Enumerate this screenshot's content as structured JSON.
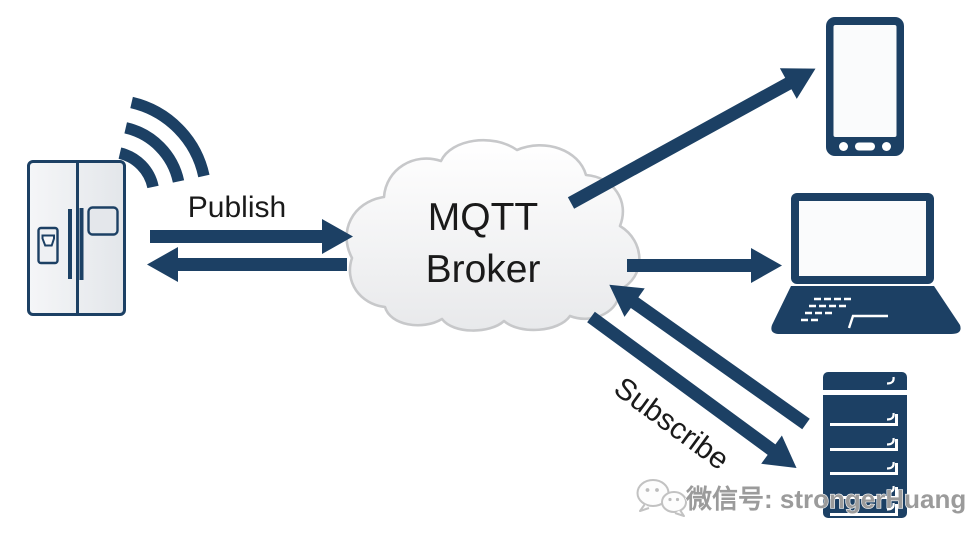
{
  "diagram_title": "MQTT publish subscribe architecture",
  "colors": {
    "navy": "#1C4064",
    "label_text": "#1A1A1A",
    "cloud_border": "#C7C8CA",
    "cloud_fill_top": "#FFFFFF",
    "cloud_fill_bottom": "#E8E9EB",
    "device_screen": "#FAFBFC",
    "fridge_fill_light": "#F5F6F8",
    "fridge_fill_dark": "#E3E6EA",
    "watermark_gray": "#9B9B9B"
  },
  "broker": {
    "line1": "MQTT",
    "line2": "Broker"
  },
  "labels": {
    "publish": "Publish",
    "subscribe": "Subscribe"
  },
  "icons": {
    "publisher": "refrigerator-icon",
    "publisher_signal": "wifi-signal-icon",
    "broker": "cloud-shape",
    "subscriber_top": "smartphone-icon",
    "subscriber_middle": "laptop-icon",
    "subscriber_bottom": "server-icon",
    "watermark_brand": "wechat-icon"
  },
  "watermark": {
    "text": "微信号: strongerHuang"
  }
}
